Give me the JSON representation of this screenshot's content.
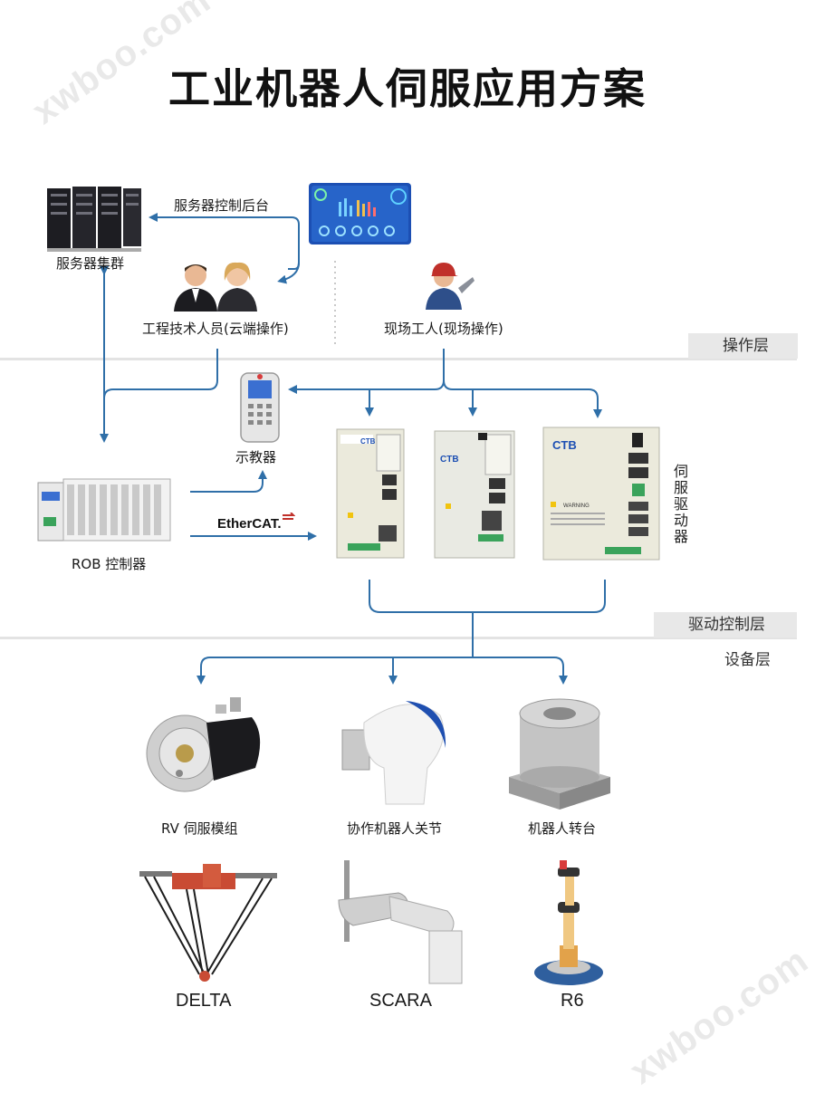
{
  "title": "工业机器人伺服应用方案",
  "watermark": "xwboo.com",
  "colors": {
    "line": "#2f6fa8",
    "drive_body": "#ebeadc",
    "drive_panel": "#e9eae3",
    "band": "#e8e8e8"
  },
  "top_section": {
    "server_cluster": "服务器集群",
    "server_backend": "服务器控制后台",
    "engineers": "工程技术人员(云端操作)",
    "field_worker": "现场工人(现场操作)"
  },
  "layers": {
    "operation": "操作层",
    "drive_control": "驱动控制层",
    "equipment": "设备层"
  },
  "middle_section": {
    "teach_pendant": "示教器",
    "rob_controller": "ROB 控制器",
    "ethercat": "EtherCAT.",
    "servo_drives": "伺服驱动器",
    "drive_brand": "CTB",
    "drive_warning": "WARNING"
  },
  "equipment": {
    "rv_module": "RV 伺服模组",
    "cobot_joint": "协作机器人关节",
    "turntable": "机器人转台",
    "delta": "DELTA",
    "scara": "SCARA",
    "r6": "R6"
  }
}
